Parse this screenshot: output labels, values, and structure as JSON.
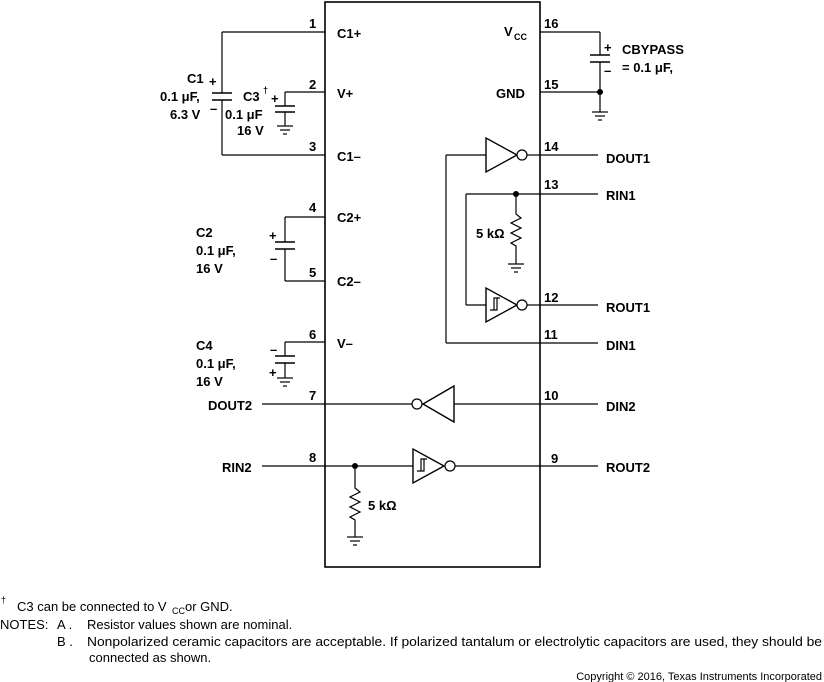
{
  "pins": {
    "p1": "1",
    "p2": "2",
    "p3": "3",
    "p4": "4",
    "p5": "5",
    "p6": "6",
    "p7": "7",
    "p8": "8",
    "p9": "9",
    "p10": "10",
    "p11": "11",
    "p12": "12",
    "p13": "13",
    "p14": "14",
    "p15": "15",
    "p16": "16"
  },
  "pin_names": {
    "c1p": "C1+",
    "vplus": "V+",
    "c1m": "C1–",
    "c2p": "C2+",
    "c2m": "C2–",
    "vminus": "V–",
    "vcc_main": "V",
    "vcc_sub": "CC",
    "gnd": "GND"
  },
  "signals": {
    "dout1": "DOUT1",
    "rin1": "RIN1",
    "rout1": "ROUT1",
    "din1": "DIN1",
    "dout2": "DOUT2",
    "din2": "DIN2",
    "rin2": "RIN2",
    "rout2": "ROUT2"
  },
  "caps": {
    "c1": [
      "C1",
      "0.1 μF,",
      "6.3 V"
    ],
    "c3_name": "C3",
    "c3_dagger": "†",
    "c3": [
      "0.1 μF",
      "16 V"
    ],
    "c2": [
      "C2",
      "0.1 μF,",
      "16 V"
    ],
    "c4": [
      "C4",
      "0.1 μF,",
      "16 V"
    ],
    "cbypass": [
      "CBYPASS",
      "= 0.1 μF,"
    ]
  },
  "resistors": {
    "r1": "5 kΩ",
    "r2": "5 kΩ"
  },
  "notes": {
    "dagger": "†",
    "c3_note_a": "C3 can be connected to V",
    "c3_note_sub": "CC",
    "c3_note_b": " or GND.",
    "notes_label": "NOTES:",
    "a_label": "A .",
    "a_text": "Resistor values shown are nominal.",
    "b_label": "B .",
    "b_text_1": "Nonpolarized ceramic capacitors are acceptable. If polarized tantalum or electrolytic capacitors are used, they should be",
    "b_text_2": "connected as shown."
  },
  "copyright": "Copyright © 2016, Texas Instruments Incorporated"
}
